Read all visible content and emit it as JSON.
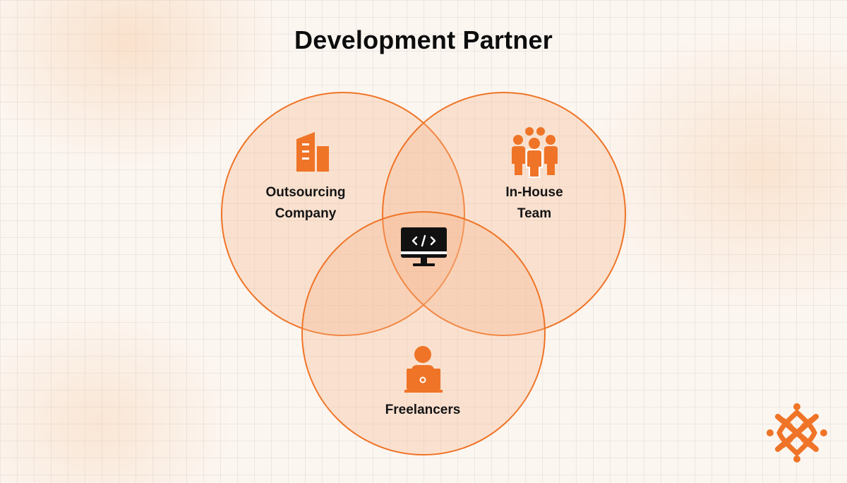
{
  "title": "Development Partner",
  "colors": {
    "accent": "#ef7427",
    "circle_fill": "#f6b48a",
    "text": "#151515"
  },
  "sets": [
    {
      "id": "outsourcing",
      "line1": "Outsourcing",
      "line2": "Company",
      "icon": "building-icon"
    },
    {
      "id": "inhouse",
      "line1": "In-House",
      "line2": "Team",
      "icon": "team-icon"
    },
    {
      "id": "freelancers",
      "line1": "Freelancers",
      "line2": "",
      "icon": "freelancer-laptop-icon"
    }
  ],
  "center_icon": "code-monitor-icon",
  "brand_logo": "brand-logo-icon"
}
